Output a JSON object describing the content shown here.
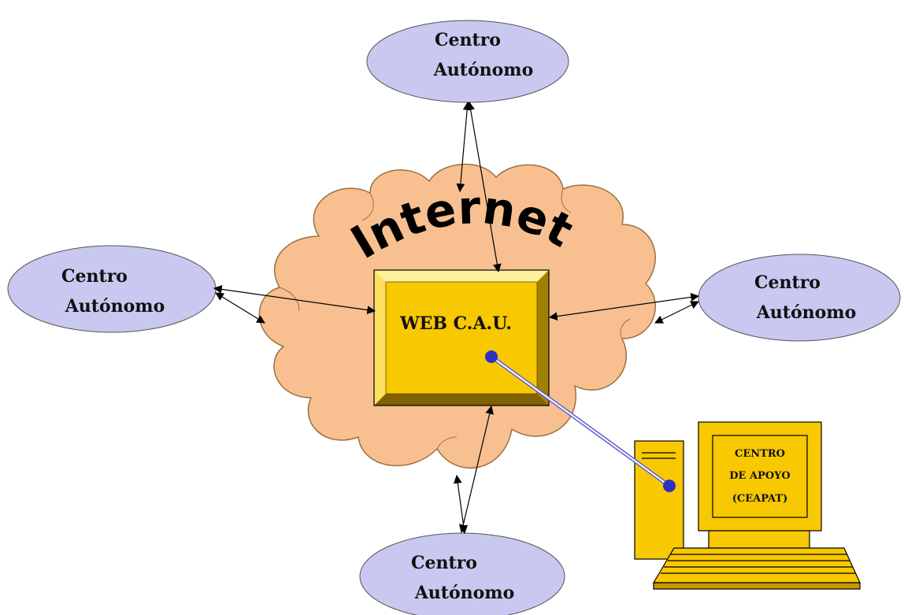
{
  "title": "Internet",
  "center_box": {
    "label": "WEB C.A.U."
  },
  "nodes": {
    "top": {
      "line1": "Centro",
      "line2": "Autónomo"
    },
    "left": {
      "line1": "Centro",
      "line2": "Autónomo"
    },
    "right": {
      "line1": "Centro",
      "line2": "Autónomo"
    },
    "bottom": {
      "line1": "Centro",
      "line2": "Autónomo"
    }
  },
  "computer": {
    "line1": "CENTRO",
    "line2": "DE APOYO",
    "line3": "(CEAPAT)"
  },
  "colors": {
    "ellipse_fill": "#c8c8f0",
    "cloud_fill": "#f8c090",
    "box_fill": "#f0c000",
    "computer_fill": "#f8c800",
    "link_dot": "#3030c0"
  }
}
